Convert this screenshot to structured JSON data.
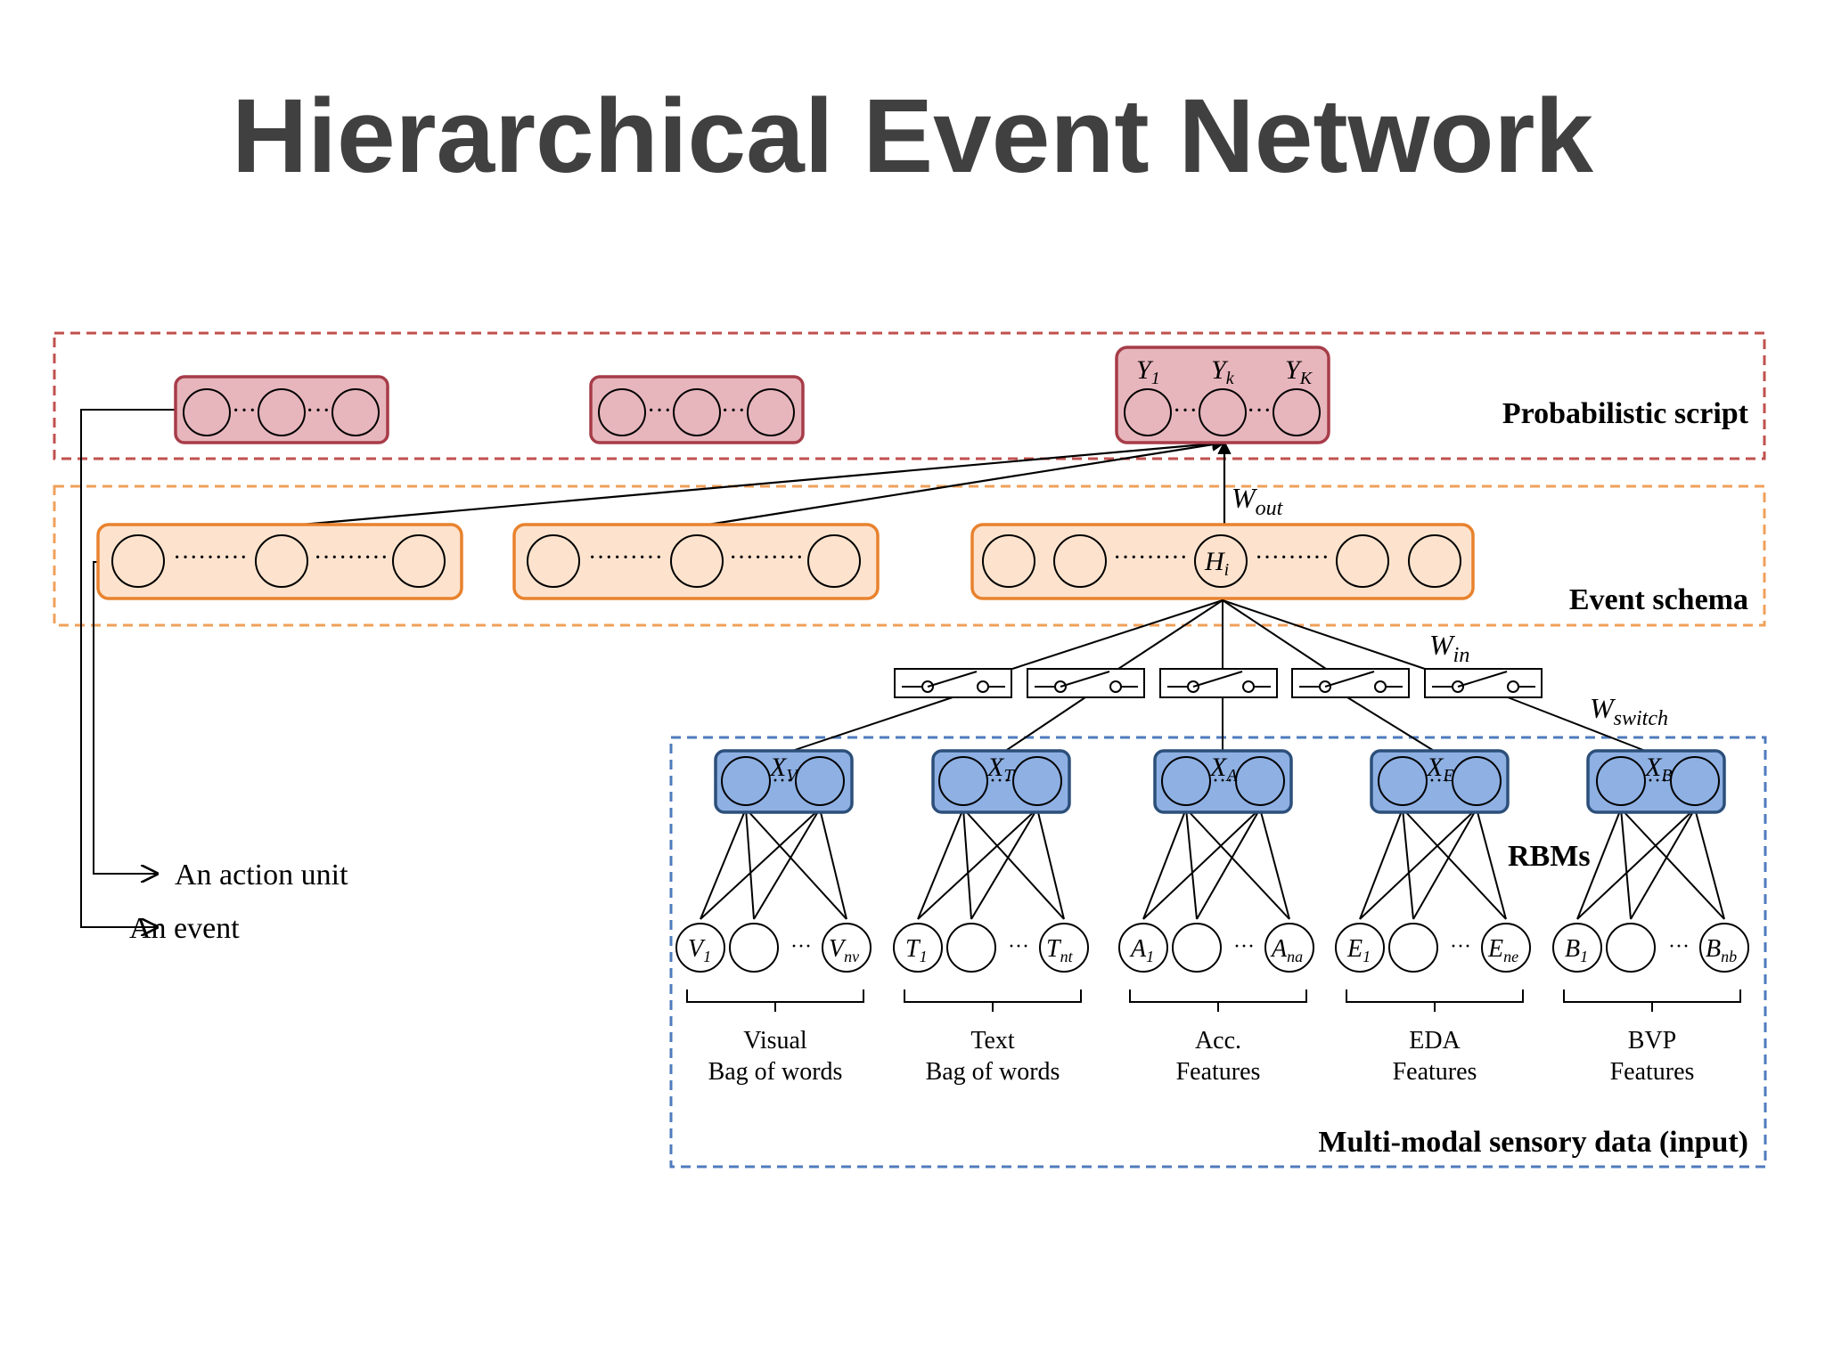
{
  "title": "Hierarchical Event Network",
  "colors": {
    "script_fill": "#e7b6bc",
    "script_stroke": "#a63c48",
    "schema_fill": "#fde3cd",
    "schema_stroke": "#e8822e",
    "rbm_fill": "#8eb0e3",
    "rbm_stroke": "#2c4f7a",
    "script_dash": "#c0504d",
    "schema_dash": "#f0a05a",
    "input_dash": "#4f7bbd"
  },
  "layers": {
    "script": "Probabilistic script",
    "schema": "Event schema",
    "rbms": "RBMs",
    "input": "Multi-modal sensory data (input)"
  },
  "weights": {
    "out": "out",
    "in": "in",
    "switch": "switch"
  },
  "dots": {
    "short": "···",
    "long": "·········",
    "ellipsis": "···"
  },
  "script_labels": [
    {
      "base": "Y",
      "sub": "1"
    },
    {
      "base": "Y",
      "sub": "k"
    },
    {
      "base": "Y",
      "sub": "K"
    }
  ],
  "hidden_label": {
    "base": "H",
    "sub": "i"
  },
  "legend": {
    "action_unit": "An action unit",
    "event": "An event"
  },
  "modalities": [
    {
      "rbm": {
        "base": "X",
        "sub": "V"
      },
      "first": {
        "base": "V",
        "sub": "1"
      },
      "last": {
        "base": "V",
        "sub": "nv"
      },
      "line1": "Visual",
      "line2": "Bag of words"
    },
    {
      "rbm": {
        "base": "X",
        "sub": "T"
      },
      "first": {
        "base": "T",
        "sub": "1"
      },
      "last": {
        "base": "T",
        "sub": "nt"
      },
      "line1": "Text",
      "line2": "Bag of words"
    },
    {
      "rbm": {
        "base": "X",
        "sub": "A"
      },
      "first": {
        "base": "A",
        "sub": "1"
      },
      "last": {
        "base": "A",
        "sub": "na"
      },
      "line1": "Acc.",
      "line2": "Features"
    },
    {
      "rbm": {
        "base": "X",
        "sub": "E"
      },
      "first": {
        "base": "E",
        "sub": "1"
      },
      "last": {
        "base": "E",
        "sub": "ne"
      },
      "line1": "EDA",
      "line2": "Features"
    },
    {
      "rbm": {
        "base": "X",
        "sub": "B"
      },
      "first": {
        "base": "B",
        "sub": "1"
      },
      "last": {
        "base": "B",
        "sub": "nb"
      },
      "line1": "BVP",
      "line2": "Features"
    }
  ]
}
